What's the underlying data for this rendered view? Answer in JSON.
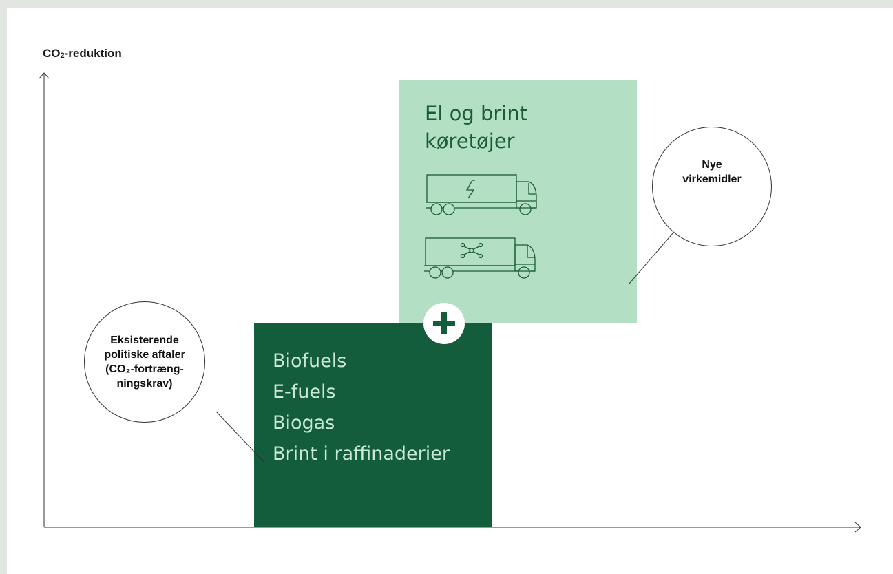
{
  "y_axis": {
    "label_prefix": "CO",
    "label_sub": "2",
    "label_suffix": "-reduktion"
  },
  "new_measures": {
    "title": "El og brint\nkøretøjer",
    "icons": [
      "electric-truck-icon",
      "hydrogen-truck-icon"
    ],
    "color": "#b3dfc4"
  },
  "existing_measures": {
    "items": [
      "Biofuels",
      "E-fuels",
      "Biogas",
      "Brint i raffinaderier"
    ],
    "color": "#135c3c"
  },
  "plus_symbol": "plus-icon",
  "bubbles": {
    "existing": "Eksisterende\npolitiske aftaler\n(CO₂-fortræng-\nningskrav)",
    "new": "Nye\nvirkemidler"
  }
}
